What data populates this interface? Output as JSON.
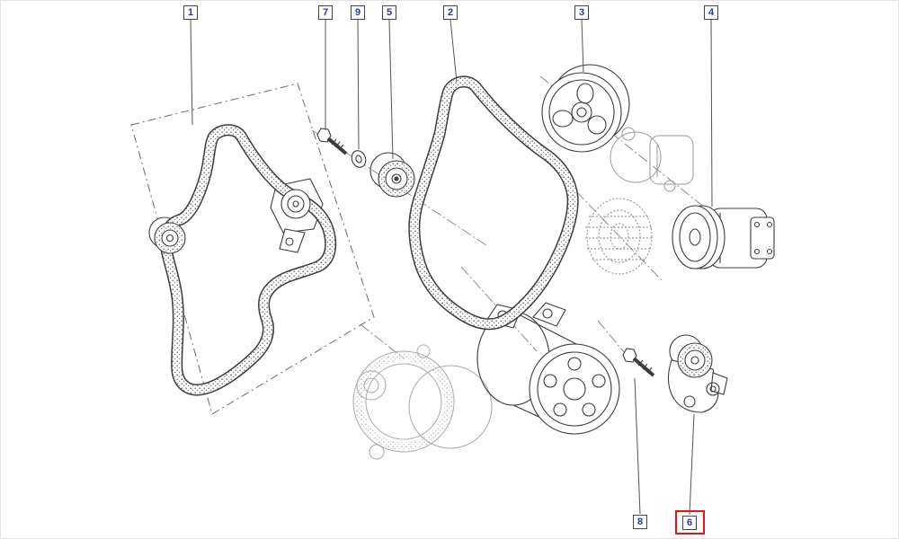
{
  "diagram": {
    "kind": "exploded-parts-diagram",
    "colors": {
      "background": "#ffffff",
      "line": "#3c3c3c",
      "ghost": "#9a9a9a",
      "label_text": "#2a34b0",
      "label_border": "#444444",
      "highlight": "#ee1111"
    },
    "callouts": [
      {
        "label": "1",
        "highlighted": false
      },
      {
        "label": "7",
        "highlighted": false
      },
      {
        "label": "9",
        "highlighted": false
      },
      {
        "label": "5",
        "highlighted": false
      },
      {
        "label": "2",
        "highlighted": false
      },
      {
        "label": "3",
        "highlighted": false
      },
      {
        "label": "4",
        "highlighted": false
      },
      {
        "label": "8",
        "highlighted": false
      },
      {
        "label": "6",
        "highlighted": true
      }
    ]
  }
}
